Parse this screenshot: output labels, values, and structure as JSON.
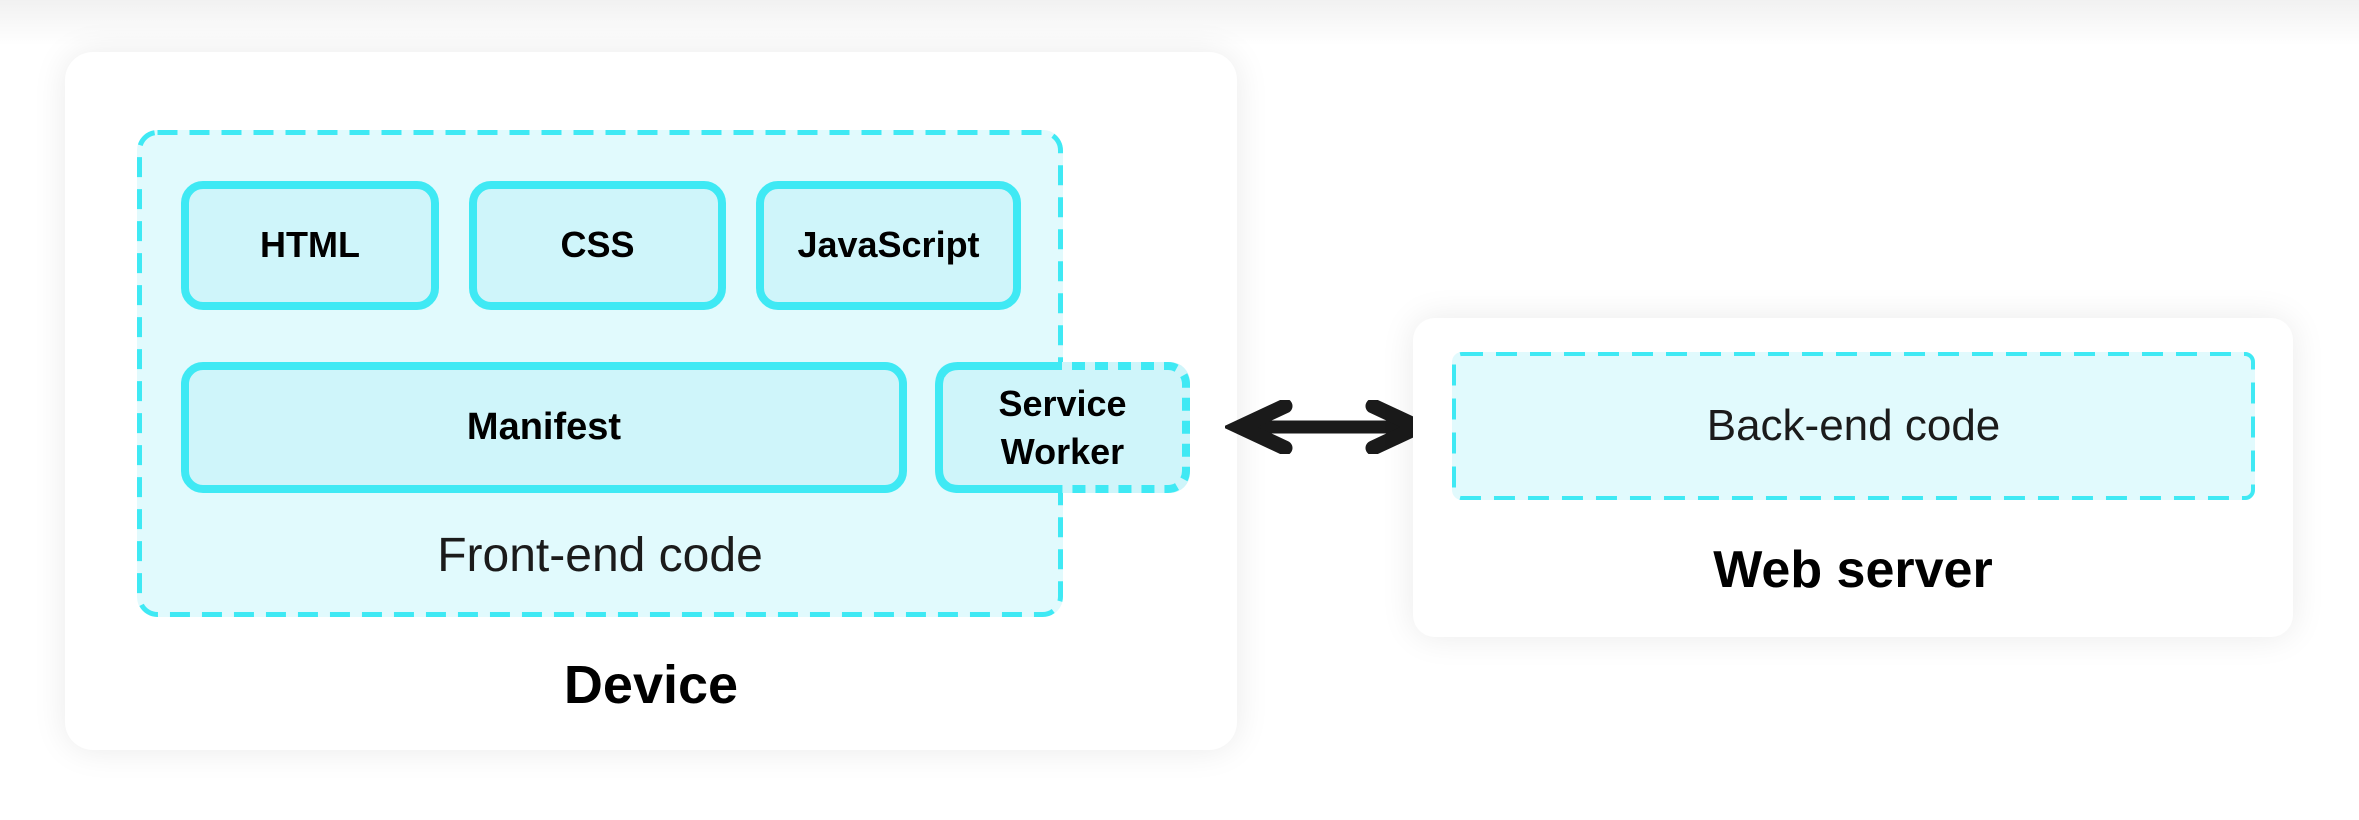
{
  "device": {
    "label": "Device",
    "frontend": {
      "label": "Front-end code",
      "files": [
        {
          "label": "HTML"
        },
        {
          "label": "CSS"
        },
        {
          "label": "JavaScript"
        }
      ],
      "manifest": {
        "label": "Manifest"
      },
      "service_worker": {
        "label": "Service Worker"
      }
    }
  },
  "server": {
    "label": "Web server",
    "backend": {
      "label": "Back-end code"
    }
  },
  "icons": {
    "connection": "double-headed-arrow"
  },
  "colors": {
    "cyan": "#3FE9F4",
    "group_fill": "#E1FAFD",
    "box_fill": "#CFF5FA",
    "panel": "#FFFFFF",
    "arrow": "#1A1A1A"
  }
}
